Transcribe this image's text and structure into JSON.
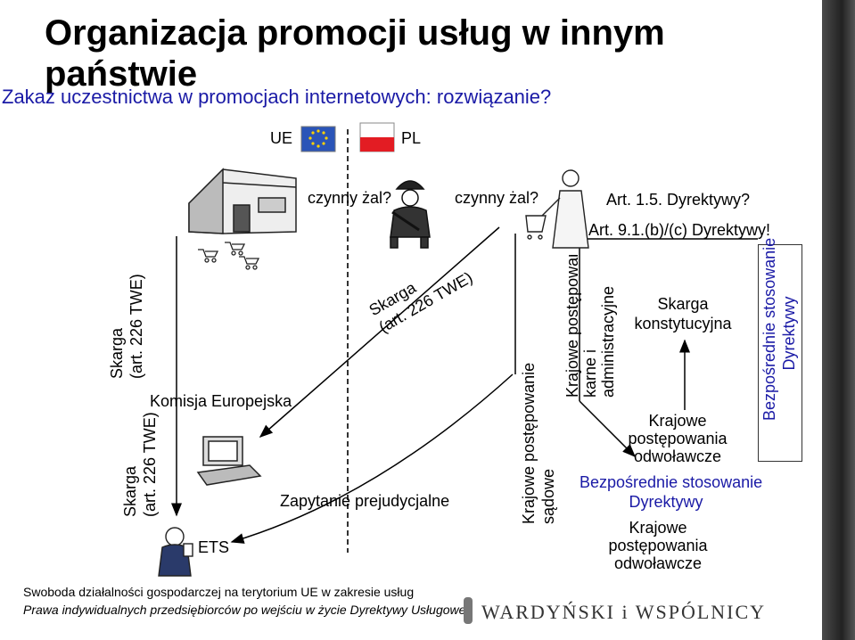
{
  "title_line1": "Organizacja promocji usług w innym",
  "title_line2": "państwie",
  "subtitle": "Zakaz uczestnictwa w promocjach internetowych: rozwiązanie?",
  "labels": {
    "ue": "UE",
    "pl": "PL",
    "czynny_zal_1": "czynny żal?",
    "czynny_zal_2": "czynny żal?",
    "art_15": "Art. 1.5. Dyrektywy?",
    "art_91": "Art. 9.1.(b)/(c) Dyrektywy!",
    "skarga_left_top": "Skarga\n(art. 226 TWE)",
    "skarga_left_bottom": "Skarga\n(art. 226 TWE)",
    "komisja": "Komisja Europejska",
    "skarga_diagonal": "Skarga\n(art. 226 TWE)",
    "zapytanie": "Zapytanie prejudycjalne",
    "ets": "ETS",
    "krajowe_sadowe": "Krajowe postępowanie\nsądowe",
    "krajowe_karne": "Krajowe postępowanie\nkarne i\nadministracyjne",
    "skarga_konst": "Skarga\nkonstytucyjna",
    "krajowe_odwol_1": "Krajowe\npostępowania\nodwoławcze",
    "bezposrednie_box": "Bezpośrednie stosowanie\nDyrektywy",
    "krajowe_odwol_2": "Krajowe\npostępowania\nodwoławcze",
    "bezposrednie_vertical": "Bezpośrednie stosowanie\nDyrektywy"
  },
  "footer": {
    "line1": "Swoboda działalności gospodarczej na terytorium UE w zakresie usług",
    "line2": "Prawa indywidualnych przedsiębiorców po wejściu w życie Dyrektywy Usługowej",
    "logo": "WARDYŃSKI i WSPÓLNICY"
  },
  "colors": {
    "accent": "#1a1aa6",
    "dark_band": "#2b2b2b",
    "red": "#e31c23",
    "eu_blue": "#2a54b8",
    "eu_gold": "#ffd200"
  }
}
